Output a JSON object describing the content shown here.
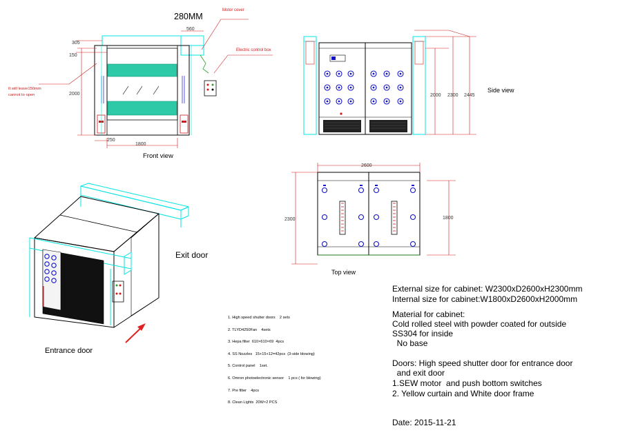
{
  "front_view": {
    "title_280": "280MM",
    "label_motor_cover": "Motor cover",
    "label_control_box": "Electric control box",
    "dim_560": "560",
    "dim_305": "305",
    "dim_150": "150",
    "dim_2000": "2000",
    "dim_250": "250",
    "dim_1800": "1800",
    "note_line1": "It will leave150mm",
    "note_line2": "cannot to open",
    "caption": "Front view"
  },
  "side_view": {
    "dim_2000": "2000",
    "dim_2300": "2300",
    "dim_2445": "2445",
    "caption": "Side view"
  },
  "top_view": {
    "dim_2600": "2600",
    "dim_2300": "2300",
    "dim_1800": "1800",
    "caption": "Top view"
  },
  "iso_view": {
    "exit_label": "Exit door",
    "entrance_label": "Entrance door"
  },
  "parts_list": [
    "1. High speed shutter doors    2 sets",
    "2. TLYD4250Fan    4sets",
    "3. Hepa filter  610×610×69  4pcs",
    "4. SS Nozzles   15+15+12=42pcs  (3-side blowing)",
    "5. Control panel    1set.",
    "6. Omron photoelectronic sensor    1 pcs ( for blowing)",
    "7. Pre filter    4pcs",
    "8. Clean Lights  20W×2 PCS"
  ],
  "specs": {
    "external": "External size for cabinet: W2300xD2600xH2300mm",
    "internal": "Internal size for cabinet:W1800xD2600xH2000mm",
    "material_1": "Material for cabinet:",
    "material_2": "Cold rolled steel with powder coated for outside",
    "material_3": "SS304 for inside",
    "material_4": "  No base",
    "doors_1": "Doors: High speed shutter door for entrance door",
    "doors_2": "  and exit door",
    "doors_3": "1.SEW motor  and push bottom switches",
    "doors_4": "2. Yellow curtain and White door frame",
    "date": "Date: 2015-11-21"
  },
  "colors": {
    "outline": "#000000",
    "cyan": "#00e5e5",
    "teal_curtain": "#2ec9a6",
    "dim_red": "#d01818",
    "nozzle_blue": "#1010c8",
    "arrow_red": "#e02020",
    "dark": "#222222"
  }
}
